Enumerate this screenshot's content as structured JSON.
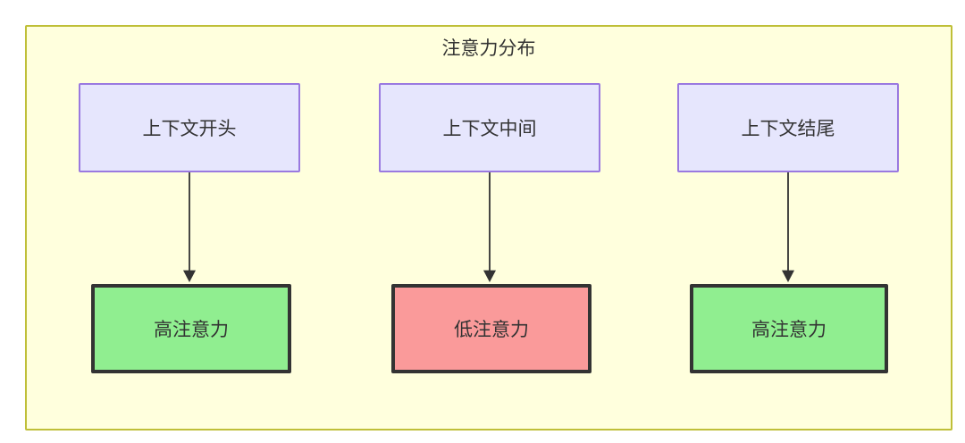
{
  "diagram": {
    "title": "注意力分布",
    "background_color": "#ffffdd",
    "border_color": "#bfbf38",
    "page_background": "#ffffff",
    "top_nodes": [
      {
        "label": "上下文开头",
        "fill": "#e6e6fd",
        "stroke": "#9a79e0"
      },
      {
        "label": "上下文中间",
        "fill": "#e6e6fd",
        "stroke": "#9a79e0"
      },
      {
        "label": "上下文结尾",
        "fill": "#e6e6fd",
        "stroke": "#9a79e0"
      }
    ],
    "bottom_nodes": [
      {
        "label": "高注意力",
        "fill": "#90ee90",
        "stroke": "#333333"
      },
      {
        "label": "低注意力",
        "fill": "#fa9a9a",
        "stroke": "#333333"
      },
      {
        "label": "高注意力",
        "fill": "#90ee90",
        "stroke": "#333333"
      }
    ],
    "edges": [
      {
        "from": "上下文开头",
        "to": "高注意力",
        "label": ""
      },
      {
        "from": "上下文中间",
        "to": "低注意力",
        "label": ""
      },
      {
        "from": "上下文结尾",
        "to": "高注意力",
        "label": ""
      }
    ],
    "edge_color": "#333333"
  }
}
